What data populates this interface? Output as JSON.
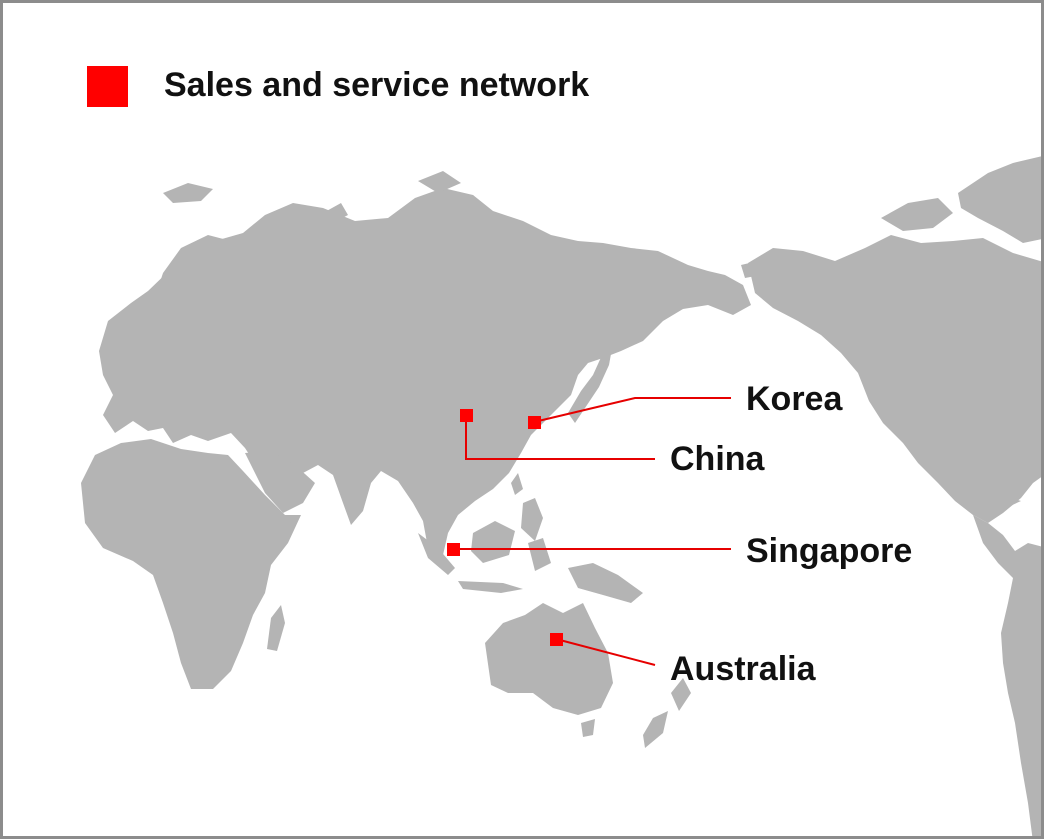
{
  "legend": {
    "label": "Sales and service network",
    "color": "#ff0000"
  },
  "colors": {
    "land": "#b4b4b4",
    "marker": "#ff0000",
    "leader_line": "#e60000",
    "border": "#8c8c8c"
  },
  "locations": [
    {
      "id": "korea",
      "label": "Korea"
    },
    {
      "id": "china",
      "label": "China"
    },
    {
      "id": "singapore",
      "label": "Singapore"
    },
    {
      "id": "australia",
      "label": "Australia"
    }
  ]
}
